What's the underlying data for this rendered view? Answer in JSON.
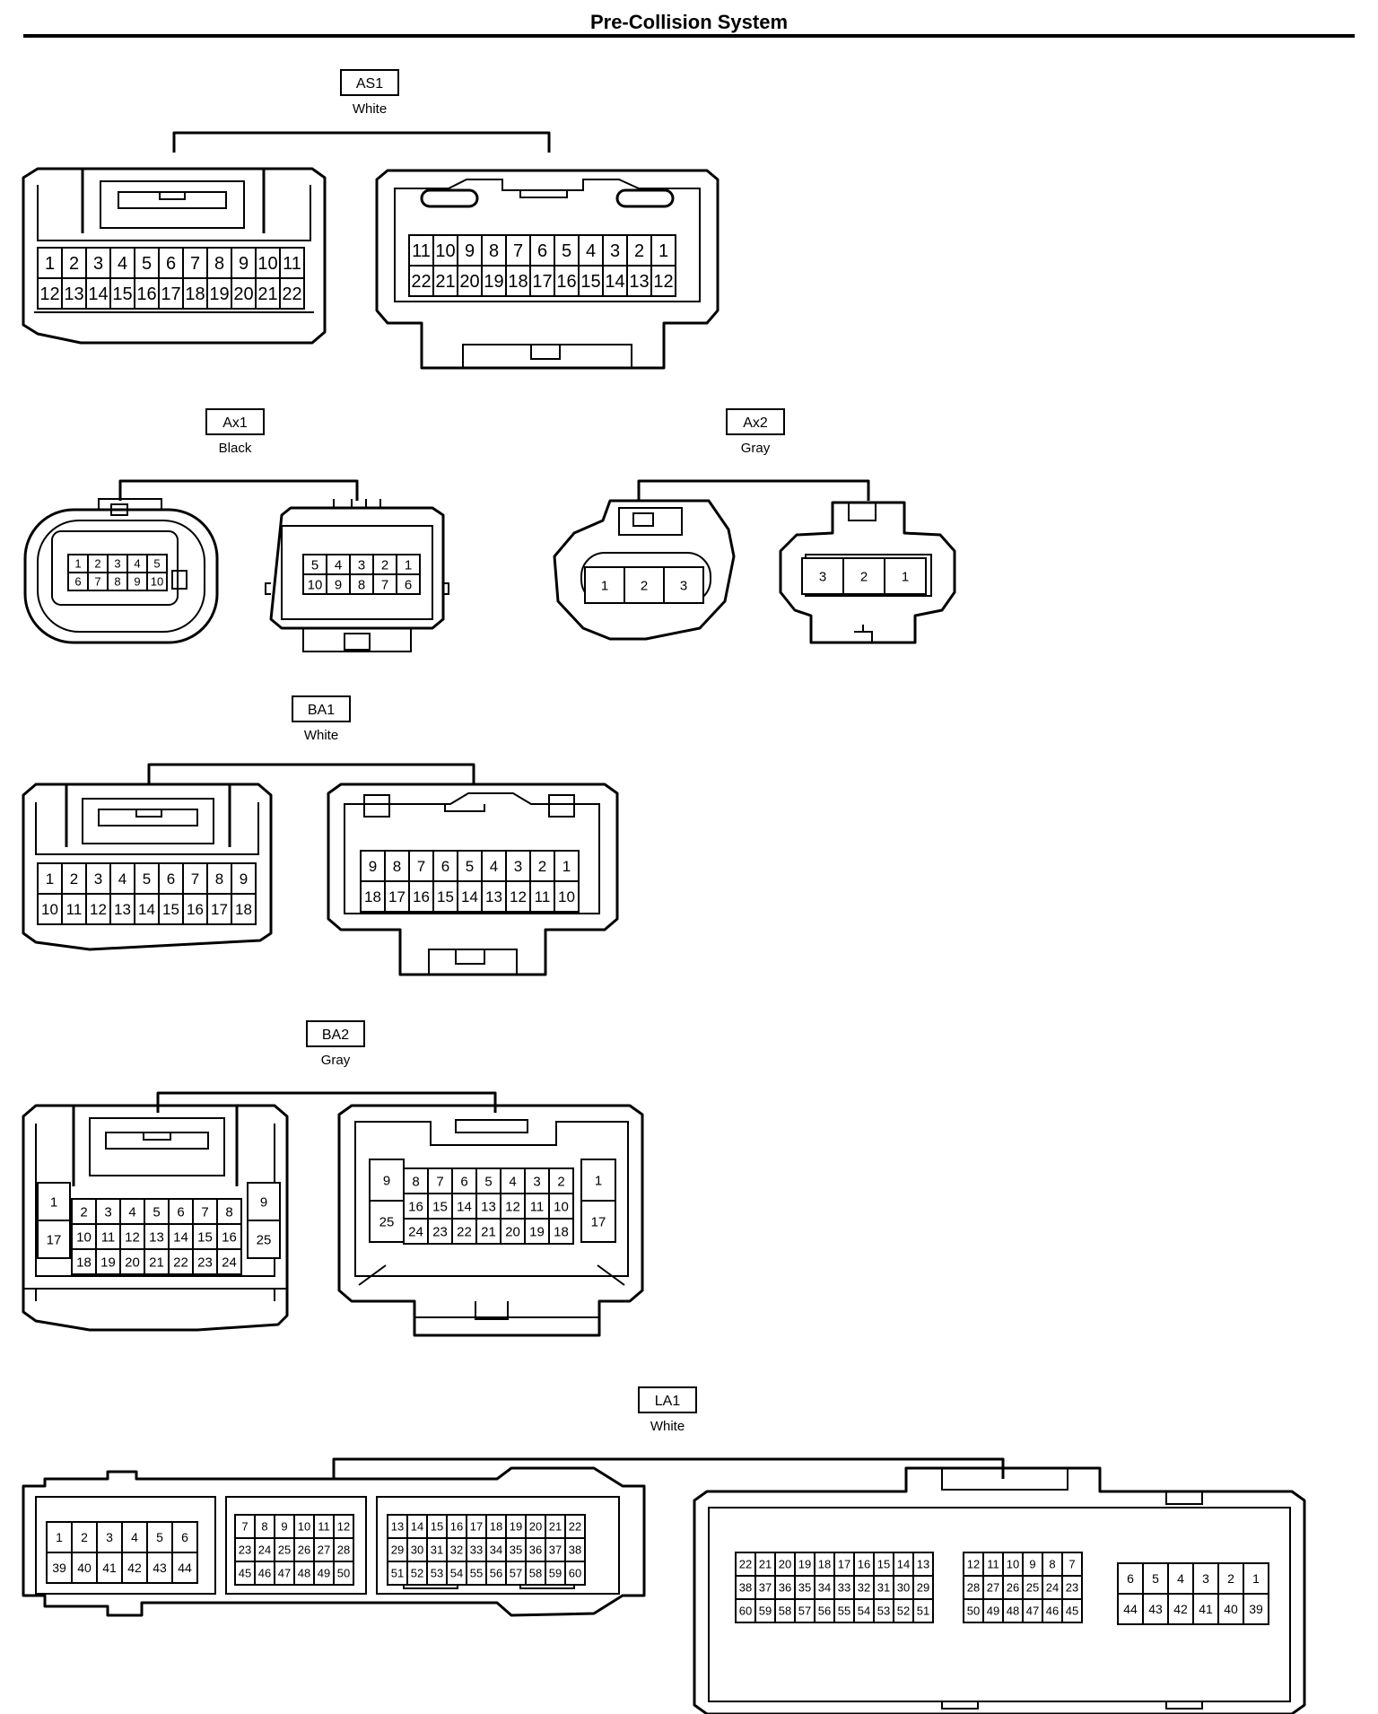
{
  "page_title": "Pre-Collision System",
  "connectors": [
    {
      "id": "AS1",
      "label": "AS1",
      "color": "White",
      "views": [
        {
          "rows": [
            [
              "1",
              "2",
              "3",
              "4",
              "5",
              "6",
              "7",
              "8",
              "9",
              "10",
              "11"
            ],
            [
              "12",
              "13",
              "14",
              "15",
              "16",
              "17",
              "18",
              "19",
              "20",
              "21",
              "22"
            ]
          ]
        },
        {
          "rows": [
            [
              "11",
              "10",
              "9",
              "8",
              "7",
              "6",
              "5",
              "4",
              "3",
              "2",
              "1"
            ],
            [
              "22",
              "21",
              "20",
              "19",
              "18",
              "17",
              "16",
              "15",
              "14",
              "13",
              "12"
            ]
          ]
        }
      ]
    },
    {
      "id": "Ax1",
      "label": "Ax1",
      "color": "Black",
      "views": [
        {
          "rows": [
            [
              "1",
              "2",
              "3",
              "4",
              "5"
            ],
            [
              "6",
              "7",
              "8",
              "9",
              "10"
            ]
          ]
        },
        {
          "rows": [
            [
              "5",
              "4",
              "3",
              "2",
              "1"
            ],
            [
              "10",
              "9",
              "8",
              "7",
              "6"
            ]
          ]
        }
      ]
    },
    {
      "id": "Ax2",
      "label": "Ax2",
      "color": "Gray",
      "views": [
        {
          "rows": [
            [
              "1",
              "2",
              "3"
            ]
          ]
        },
        {
          "rows": [
            [
              "3",
              "2",
              "1"
            ]
          ]
        }
      ]
    },
    {
      "id": "BA1",
      "label": "BA1",
      "color": "White",
      "views": [
        {
          "rows": [
            [
              "1",
              "2",
              "3",
              "4",
              "5",
              "6",
              "7",
              "8",
              "9"
            ],
            [
              "10",
              "11",
              "12",
              "13",
              "14",
              "15",
              "16",
              "17",
              "18"
            ]
          ]
        },
        {
          "rows": [
            [
              "9",
              "8",
              "7",
              "6",
              "5",
              "4",
              "3",
              "2",
              "1"
            ],
            [
              "18",
              "17",
              "16",
              "15",
              "14",
              "13",
              "12",
              "11",
              "10"
            ]
          ]
        }
      ]
    },
    {
      "id": "BA2",
      "label": "BA2",
      "color": "Gray",
      "views": [
        {
          "left": [
            "1",
            "17"
          ],
          "rows": [
            [
              "2",
              "3",
              "4",
              "5",
              "6",
              "7",
              "8"
            ],
            [
              "10",
              "11",
              "12",
              "13",
              "14",
              "15",
              "16"
            ],
            [
              "18",
              "19",
              "20",
              "21",
              "22",
              "23",
              "24"
            ]
          ],
          "right": [
            "9",
            "25"
          ]
        },
        {
          "left": [
            "9",
            "25"
          ],
          "rows": [
            [
              "8",
              "7",
              "6",
              "5",
              "4",
              "3",
              "2"
            ],
            [
              "16",
              "15",
              "14",
              "13",
              "12",
              "11",
              "10"
            ],
            [
              "24",
              "23",
              "22",
              "21",
              "20",
              "19",
              "18"
            ]
          ],
          "right": [
            "1",
            "17"
          ]
        }
      ]
    },
    {
      "id": "LA1",
      "label": "LA1",
      "color": "White",
      "views": [
        {
          "blocks": [
            {
              "rows": [
                [
                  "1",
                  "2",
                  "3",
                  "4",
                  "5",
                  "6"
                ],
                [
                  "39",
                  "40",
                  "41",
                  "42",
                  "43",
                  "44"
                ]
              ]
            },
            {
              "rows": [
                [
                  "7",
                  "8",
                  "9",
                  "10",
                  "11",
                  "12"
                ],
                [
                  "23",
                  "24",
                  "25",
                  "26",
                  "27",
                  "28"
                ],
                [
                  "45",
                  "46",
                  "47",
                  "48",
                  "49",
                  "50"
                ]
              ]
            },
            {
              "rows": [
                [
                  "13",
                  "14",
                  "15",
                  "16",
                  "17",
                  "18",
                  "19",
                  "20",
                  "21",
                  "22"
                ],
                [
                  "29",
                  "30",
                  "31",
                  "32",
                  "33",
                  "34",
                  "35",
                  "36",
                  "37",
                  "38"
                ],
                [
                  "51",
                  "52",
                  "53",
                  "54",
                  "55",
                  "56",
                  "57",
                  "58",
                  "59",
                  "60"
                ]
              ]
            }
          ]
        },
        {
          "blocks": [
            {
              "rows": [
                [
                  "22",
                  "21",
                  "20",
                  "19",
                  "18",
                  "17",
                  "16",
                  "15",
                  "14",
                  "13"
                ],
                [
                  "38",
                  "37",
                  "36",
                  "35",
                  "34",
                  "33",
                  "32",
                  "31",
                  "30",
                  "29"
                ],
                [
                  "60",
                  "59",
                  "58",
                  "57",
                  "56",
                  "55",
                  "54",
                  "53",
                  "52",
                  "51"
                ]
              ]
            },
            {
              "rows": [
                [
                  "12",
                  "11",
                  "10",
                  "9",
                  "8",
                  "7"
                ],
                [
                  "28",
                  "27",
                  "26",
                  "25",
                  "24",
                  "23"
                ],
                [
                  "50",
                  "49",
                  "48",
                  "47",
                  "46",
                  "45"
                ]
              ]
            },
            {
              "rows": [
                [
                  "6",
                  "5",
                  "4",
                  "3",
                  "2",
                  "1"
                ],
                [
                  "44",
                  "43",
                  "42",
                  "41",
                  "40",
                  "39"
                ]
              ]
            }
          ]
        }
      ]
    }
  ]
}
